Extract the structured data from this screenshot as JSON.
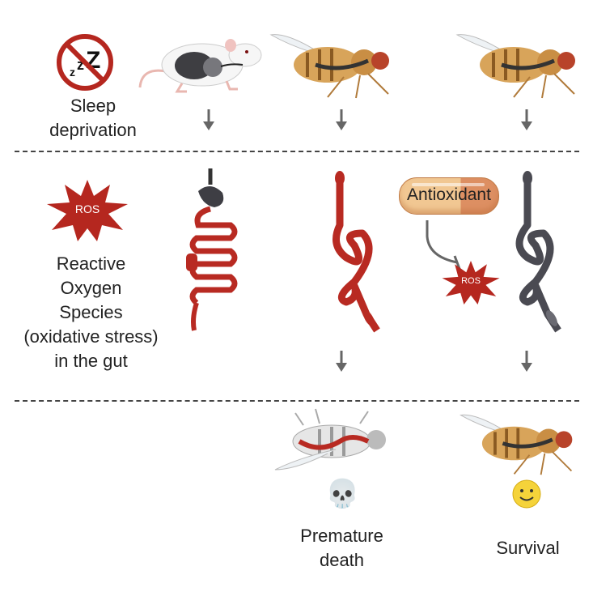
{
  "left_column": {
    "sleep_label_line1": "Sleep",
    "sleep_label_line2": "deprivation",
    "ros_badge": "ROS",
    "ros_label_lines": [
      "Reactive",
      "Oxygen",
      "Species",
      "(oxidative stress)",
      "in the gut"
    ]
  },
  "middle": {
    "antioxidant_label": "Antioxidant",
    "inhibited_ros": "ROS"
  },
  "outcomes": {
    "death_line1": "Premature",
    "death_line2": "death",
    "survival": "Survival"
  },
  "colors": {
    "ros_red": "#b5271f",
    "gut_red": "#b82a22",
    "gut_gray": "#4a4a52",
    "pill_light": "#f0c48f",
    "pill_dark": "#dd8f62",
    "arrow": "#666666"
  }
}
